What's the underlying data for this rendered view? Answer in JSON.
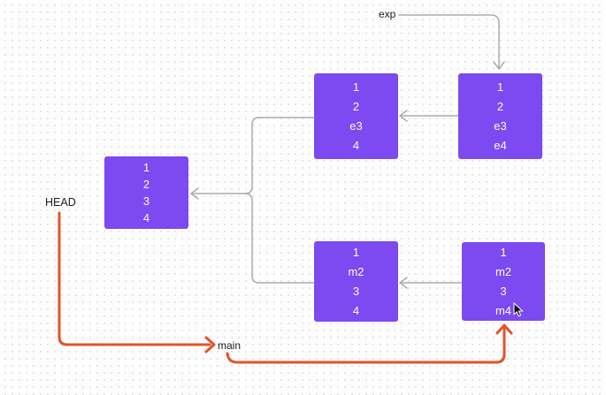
{
  "colors": {
    "canvas_bg": "#fdfdfd",
    "dot_color": "#e2e2e2",
    "node_fill": "#7d49f0",
    "node_text": "#ffffff",
    "connector_gray": "#ababab",
    "branch_orange": "#e2532c",
    "label_text": "#1d1d1d"
  },
  "diagram": {
    "labels": {
      "exp": "exp",
      "head": "HEAD",
      "main": "main"
    },
    "nodes": [
      {
        "name": "commit-base",
        "lines": [
          "1",
          "2",
          "3",
          "4"
        ]
      },
      {
        "name": "commit-exp-parent",
        "lines": [
          "1",
          "2",
          "e3",
          "4"
        ]
      },
      {
        "name": "commit-exp-head",
        "lines": [
          "1",
          "2",
          "e3",
          "e4"
        ]
      },
      {
        "name": "commit-main-parent",
        "lines": [
          "1",
          "m2",
          "3",
          "4"
        ]
      },
      {
        "name": "commit-main-head",
        "lines": [
          "1",
          "m2",
          "3",
          "m4"
        ]
      }
    ]
  }
}
